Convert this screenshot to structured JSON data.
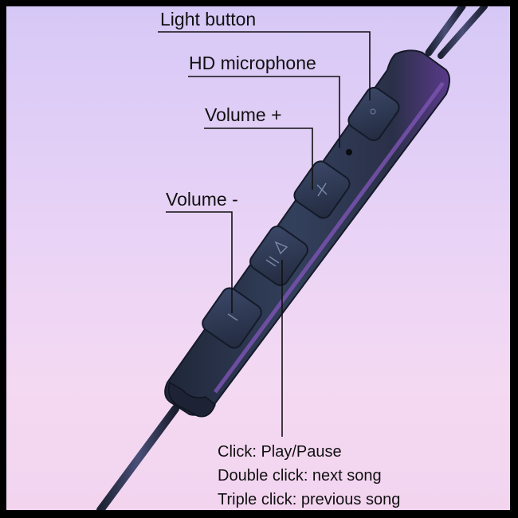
{
  "labels": {
    "light_button": "Light button",
    "hd_microphone": "HD microphone",
    "volume_plus": "Volume +",
    "volume_minus": "Volume -"
  },
  "instructions": [
    "Click: Play/Pause",
    "Double click: next song",
    "Triple click: previous song"
  ],
  "colors": {
    "background_top": "#d6c8f6",
    "background_bottom": "#f2d4ef",
    "remote_body": "#2b3550",
    "remote_highlight": "#6a4a9a",
    "cable": "#2a2f44",
    "label_text": "#111111"
  }
}
